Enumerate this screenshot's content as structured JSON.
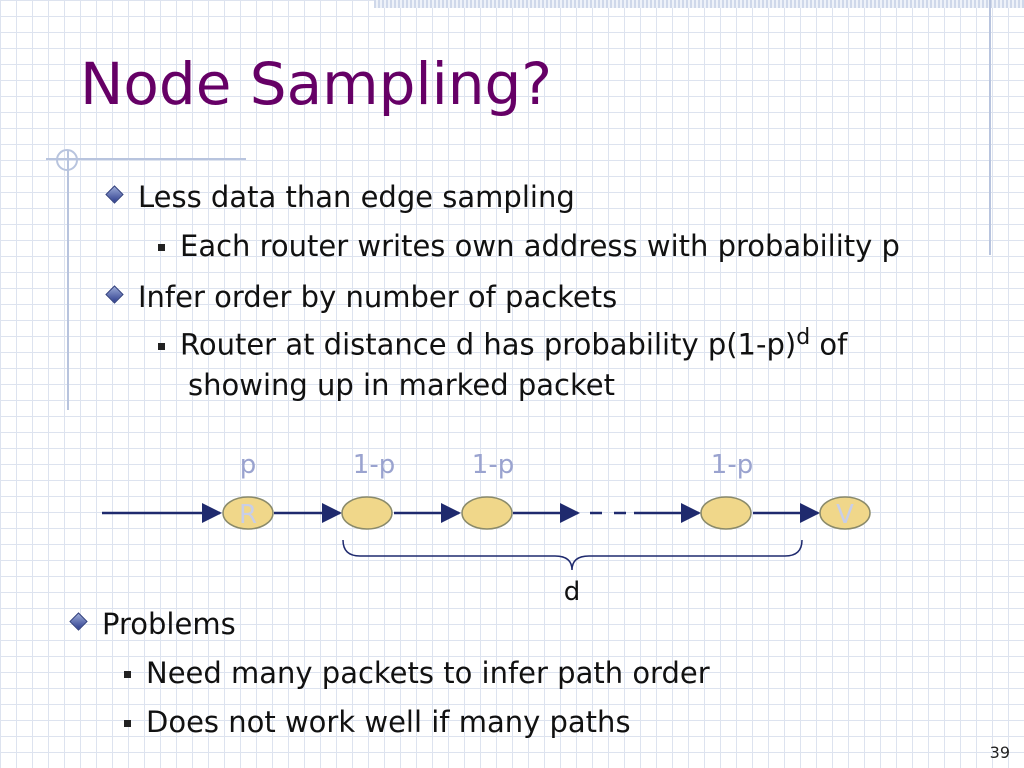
{
  "slide": {
    "title": "Node Sampling?",
    "bullets": [
      {
        "level": 1,
        "text": "Less data than edge sampling"
      },
      {
        "level": 2,
        "text": "Each router writes own address with probability p"
      },
      {
        "level": 1,
        "text": "Infer order by number of packets"
      },
      {
        "level": 2,
        "text_before": "Router at distance d has probability p(1-p)",
        "sup": "d",
        "text_after": " of",
        "line2": "showing up in marked packet"
      },
      {
        "level": 1,
        "text": "Problems"
      },
      {
        "level": 2,
        "text": "Need many packets to infer path order"
      },
      {
        "level": 2,
        "text": "Does not work well if many paths"
      }
    ],
    "page_number": "39"
  },
  "diagram": {
    "probabilities": [
      "p",
      "1-p",
      "1-p",
      "1-p"
    ],
    "nodes": [
      "R",
      "",
      "",
      "",
      "V"
    ],
    "distance_label": "d",
    "colors": {
      "node_fill": "#f0d78a",
      "node_stroke": "#8a8a6a",
      "edge": "#1f2a6e",
      "probability_text": "#9aa3cf"
    }
  }
}
